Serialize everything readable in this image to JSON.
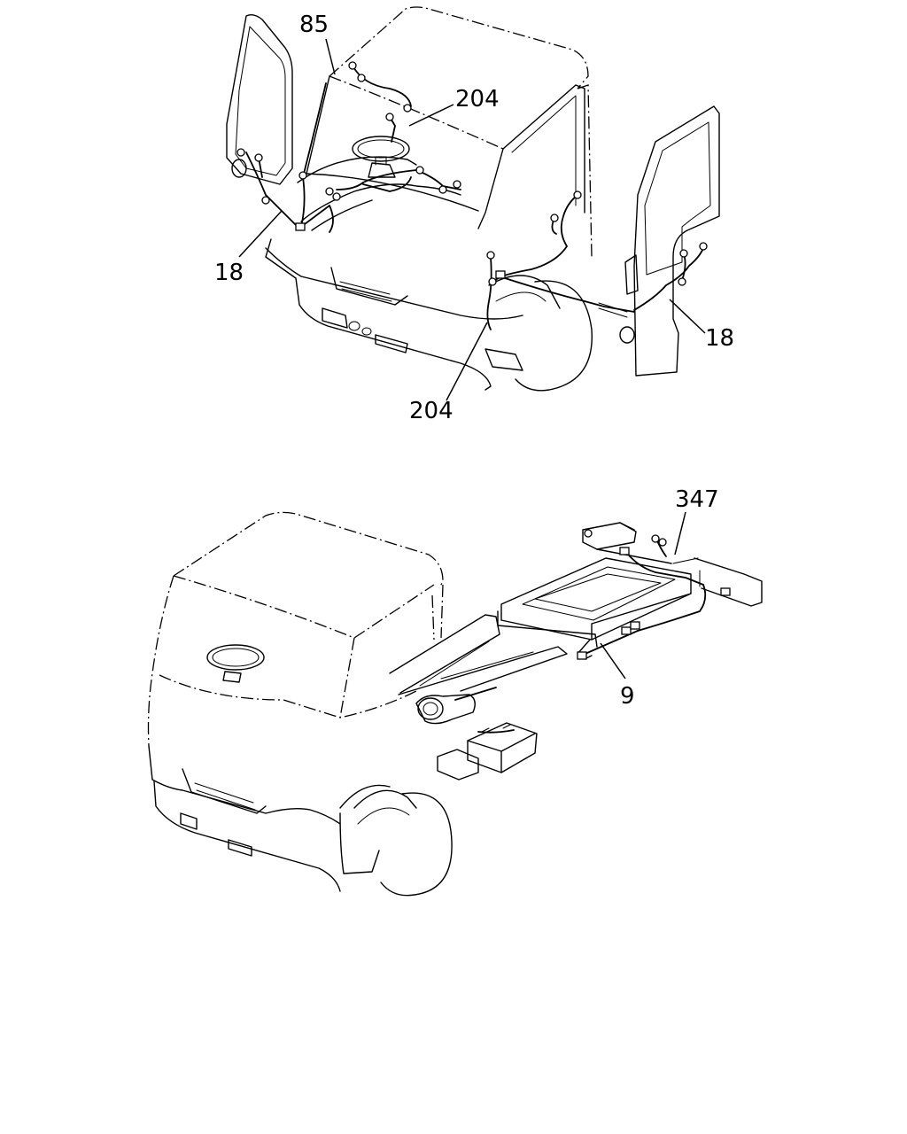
{
  "callouts": {
    "top": {
      "c85": "85",
      "c204_upper": "204",
      "c18_left": "18",
      "c18_right": "18",
      "c204_lower": "204"
    },
    "bottom": {
      "c347": "347",
      "c9": "9"
    }
  }
}
